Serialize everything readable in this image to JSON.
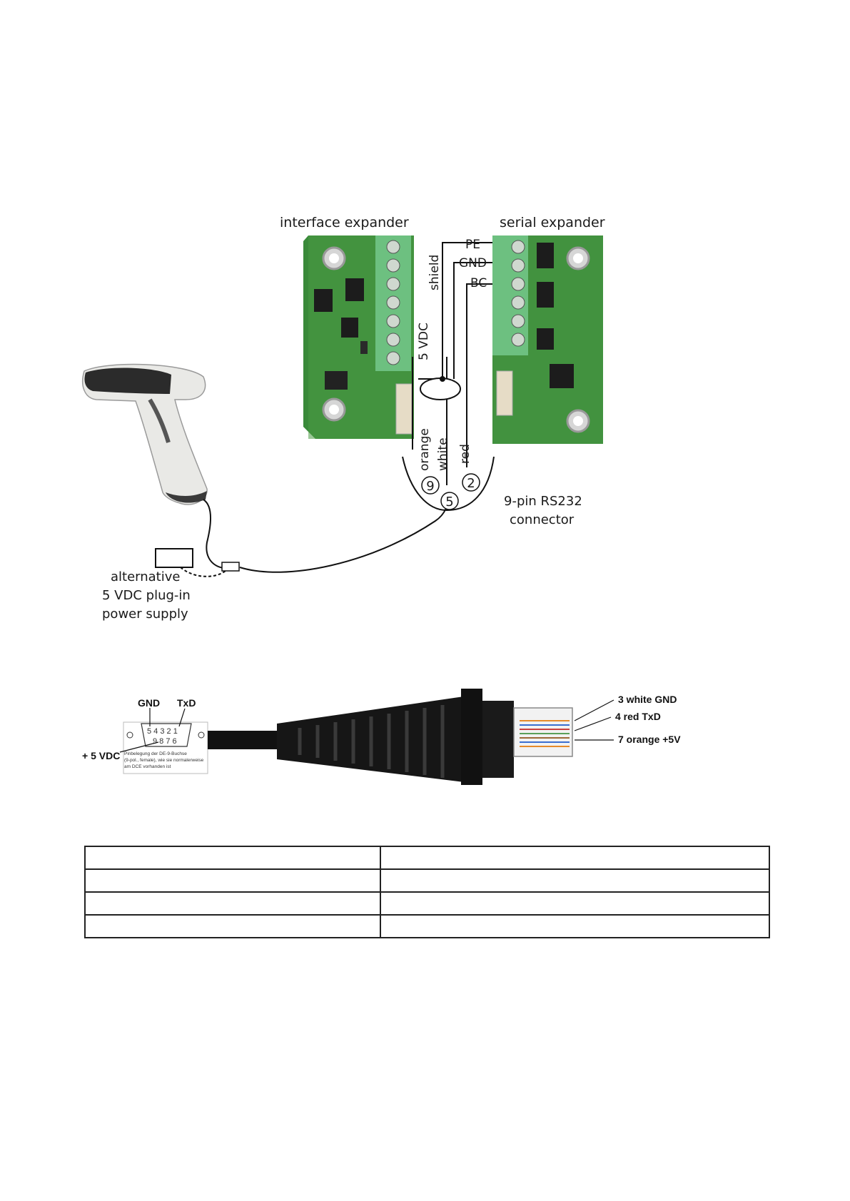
{
  "wiring_diagram": {
    "interface_expander_label": "interface expander",
    "serial_expander_label": "serial expander",
    "terminal_labels": [
      "PE",
      "GND",
      "BC"
    ],
    "shield_label": "shield",
    "vdc_label": "5 VDC",
    "wire_colors": [
      "orange",
      "white",
      "red"
    ],
    "pin_numbers": [
      "9",
      "5",
      "2"
    ],
    "connector_label_line1": "9-pin RS232",
    "connector_label_line2": "connector",
    "power_supply_line1": "alternative",
    "power_supply_line2": "5 VDC plug-in",
    "power_supply_line3": "power supply"
  },
  "cable_diagram": {
    "gnd_label": "GND",
    "txd_label": "TxD",
    "vdc_label": "+ 5 VDC",
    "pin_row_top": "5 4 3 2 1",
    "pin_row_bottom": "9 8 7 6",
    "caption_line1": "Pinbelegung der DE-9-Buchse",
    "caption_line2": "(9-pol., female), wie sie normalerweise",
    "caption_line3": "am DCE vorhanden ist",
    "rj45_labels": [
      "3 white GND",
      "4 red TxD",
      "7 orange +5V"
    ]
  },
  "table": {
    "rows": [
      [
        "",
        ""
      ],
      [
        "",
        ""
      ],
      [
        "",
        ""
      ],
      [
        "",
        ""
      ]
    ]
  }
}
